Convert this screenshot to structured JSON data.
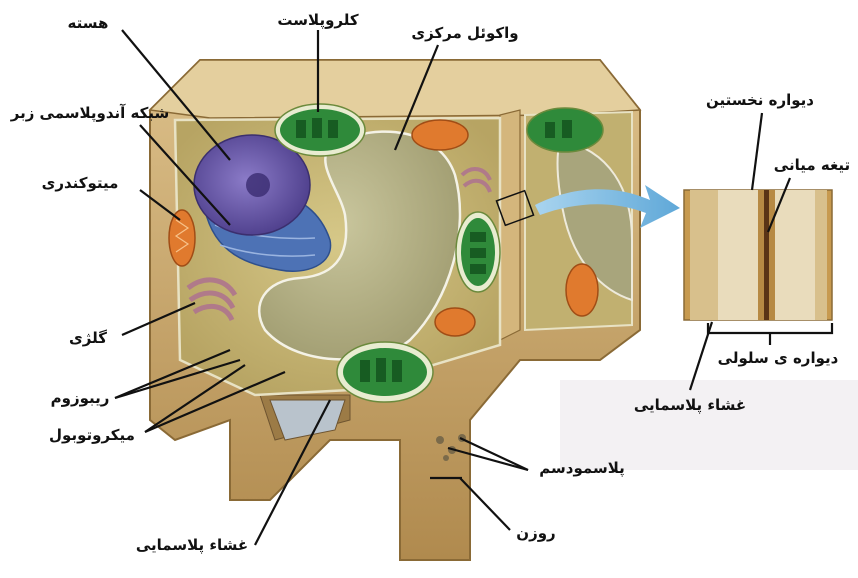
{
  "labels": {
    "nucleus": "هسته",
    "chloroplast": "کلروپلاست",
    "central_vacuole": "واکوئل مرکزی",
    "rough_er": "شبکه آندوپلاسمی زبر",
    "mitochondrion": "میتوکندری",
    "golgi": "گلژی",
    "ribosome": "ریبوزوم",
    "microtubule": "میکروتوبول",
    "plasma_membrane_bottom": "غشاء پلاسمایی",
    "plasmodesma": "پلاسمودسم",
    "pit": "روزن",
    "primary_wall": "دیواره نخستین",
    "middle_lamella": "تیغه میانی",
    "cell_wall": "دیواره ی سلولی",
    "plasma_membrane_inset": "غشاء پلاسمایی"
  },
  "colors": {
    "cell_wall": "#c9a46a",
    "cytoplasm": "#c8b873",
    "vacuole": "#b9b68c",
    "nucleus": "#6a5aa8",
    "er": "#4a6fb0",
    "chloroplast": "#2f8a3a",
    "mitochondrion": "#d9742e",
    "golgi": "#b07a8a",
    "arrow": "#7ab8e0"
  }
}
